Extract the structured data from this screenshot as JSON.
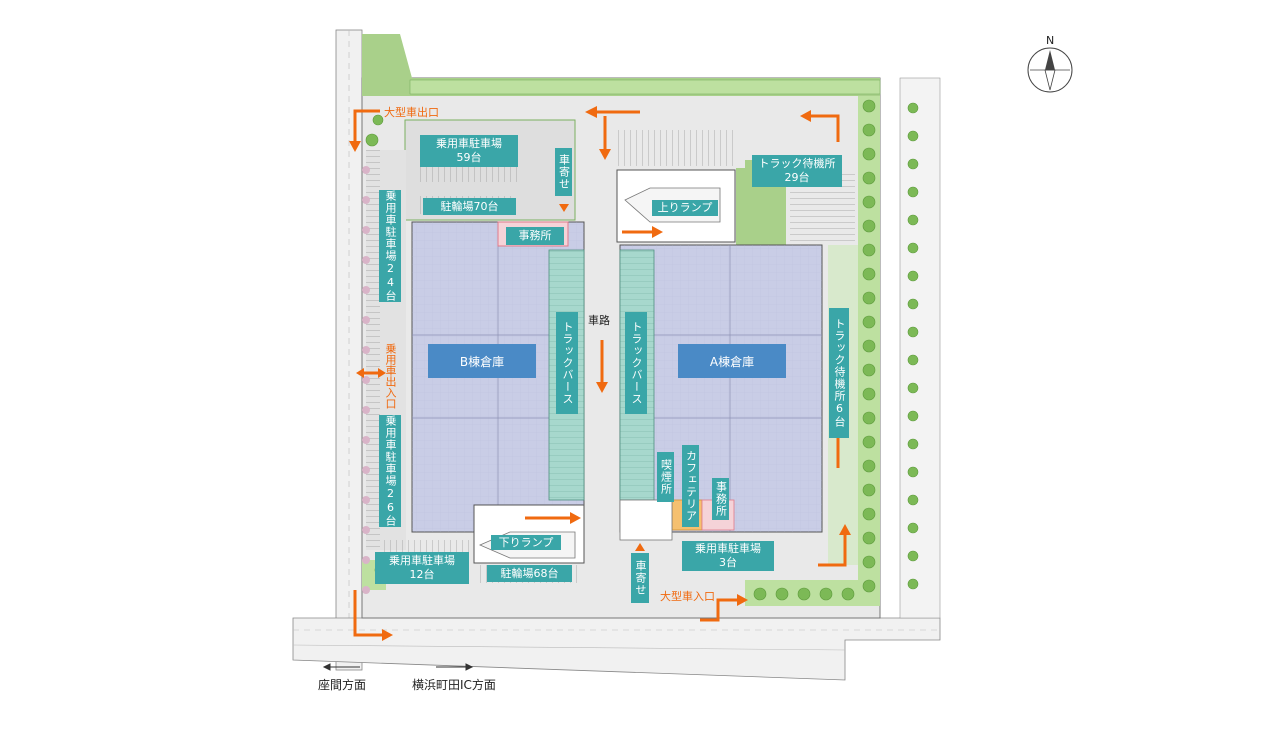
{
  "compass": {
    "north": "N"
  },
  "warehouses": {
    "a": "A棟倉庫",
    "b": "B棟倉庫"
  },
  "labels": {
    "parking_59": "乗用車駐車場\n59台",
    "bike_70": "駐輪場70台",
    "kuruma_yose_top": "車寄せ",
    "jimusho_top": "事務所",
    "nobori_ramp": "上りランプ",
    "truck_wait_29": "トラック待機所\n29台",
    "parking_24": "乗用車駐車場24台",
    "parking_26": "乗用車駐車場26台",
    "truck_berth_left": "トラックバース",
    "truck_berth_right": "トラックバース",
    "truck_wait_6": "トラック待機所6台",
    "kitsuen": "喫煙所",
    "cafeteria": "カフェテリア",
    "jimusho_bottom": "事務所",
    "kudari_ramp": "下りランプ",
    "parking_12": "乗用車駐車場\n12台",
    "bike_68": "駐輪場68台",
    "kuruma_yose_bottom": "車寄せ",
    "parking_3": "乗用車駐車場\n3台"
  },
  "annotations": {
    "large_exit": "大型車出口",
    "large_entrance": "大型車入口",
    "car_inout": "乗用車出入口",
    "road": "車路",
    "dir_left": "座間方面",
    "dir_right": "横浜町田IC方面"
  },
  "colors": {
    "label_bg": "#3aa6a8",
    "warehouse_label": "#4a8ac6",
    "arrow": "#f06a10",
    "floor": "#c9cde6",
    "berth": "#9fd3c8",
    "green": "#8fc46a"
  }
}
